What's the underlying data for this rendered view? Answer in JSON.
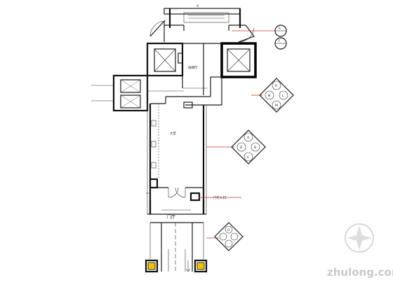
{
  "labels": {
    "top_note": "A",
    "elevator_lobby": "候梯厅",
    "lobby": "大堂",
    "entrance": "门厅",
    "door_label": "门厅入口"
  },
  "watermark": {
    "text": "zhulong.com"
  },
  "symbols": {
    "top_right_1": "E",
    "top_right_2": "F",
    "upper_diamond": [
      "K",
      "L",
      "M",
      "N"
    ],
    "middle_diamond": [
      "A",
      "B",
      "C",
      "D"
    ],
    "lower_diamond": "G"
  },
  "colors": {
    "line": "#1a1a1a",
    "leader": "#c0392b",
    "watermark": "#c9c9c9"
  }
}
